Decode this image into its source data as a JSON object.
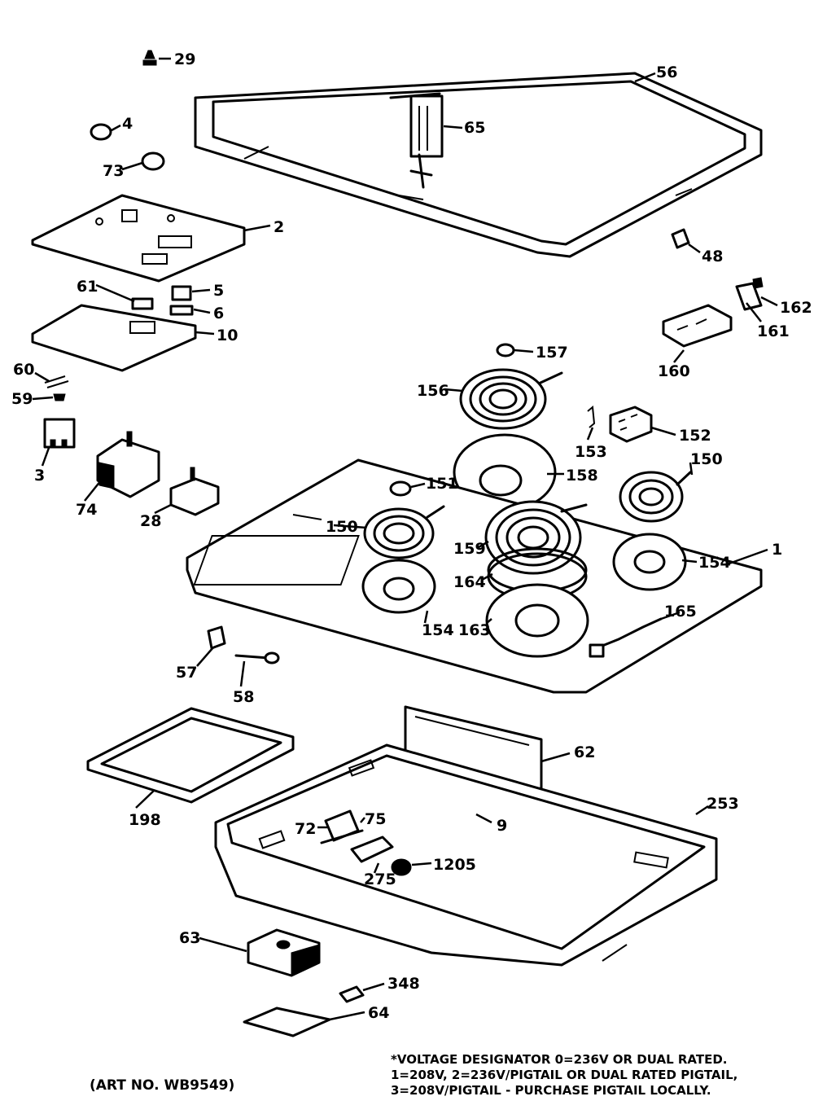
{
  "parts": {
    "p1": "1",
    "p2": "2",
    "p3": "3",
    "p4": "4",
    "p5": "5",
    "p6": "6",
    "p9": "9",
    "p10": "10",
    "p28": "28",
    "p29": "29",
    "p48": "48",
    "p56": "56",
    "p57": "57",
    "p58": "58",
    "p59": "59",
    "p60": "60",
    "p61": "61",
    "p62": "62",
    "p63": "63",
    "p64": "64",
    "p65": "65",
    "p72": "72",
    "p73": "73",
    "p74": "74",
    "p75": "75",
    "p150a": "150",
    "p150b": "150",
    "p151": "151",
    "p152": "152",
    "p153": "153",
    "p154a": "154",
    "p154b": "154",
    "p156": "156",
    "p157": "157",
    "p158": "158",
    "p159": "159",
    "p160": "160",
    "p161": "161",
    "p162": "162",
    "p163": "163",
    "p164": "164",
    "p165": "165",
    "p198": "198",
    "p253": "253",
    "p275": "275",
    "p348": "348",
    "p1205": "1205"
  },
  "footnote": {
    "line1": "*VOLTAGE DESIGNATOR 0=236V OR DUAL RATED.",
    "line2": "1=208V, 2=236V/PIGTAIL OR DUAL RATED PIGTAIL,",
    "line3": "3=208V/PIGTAIL - PURCHASE PIGTAIL LOCALLY."
  },
  "art_number": "(ART NO. WB9549)"
}
